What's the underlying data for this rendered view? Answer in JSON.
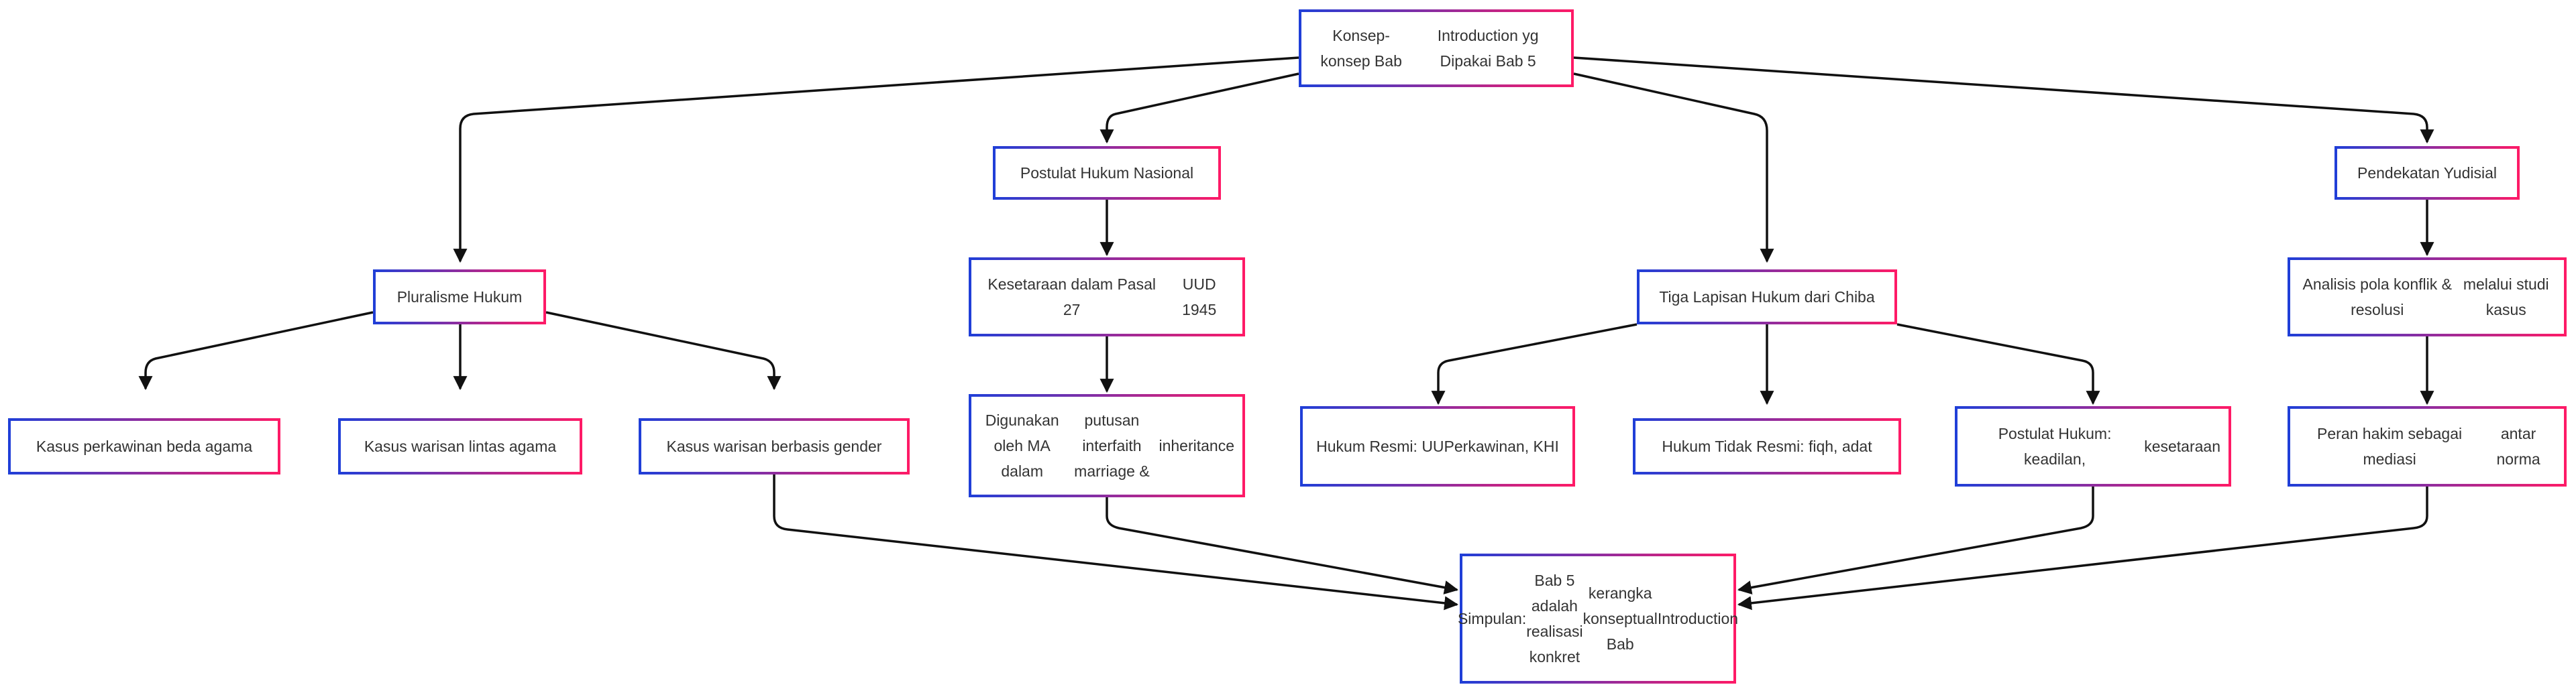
{
  "diagram": {
    "colors": {
      "border_start": "#1f3fd8",
      "border_end": "#ff1a66",
      "edge": "#111111",
      "text": "#333333"
    },
    "nodes": {
      "root": [
        "Konsep-konsep Bab",
        "Introduction yg Dipakai Bab 5"
      ],
      "pluralisme": [
        "Pluralisme Hukum"
      ],
      "postulat_nasional": [
        "Postulat Hukum Nasional"
      ],
      "tiga_lapisan": [
        "Tiga Lapisan Hukum dari Chiba"
      ],
      "yudisial": [
        "Pendekatan Yudisial"
      ],
      "kasus_perkawinan": [
        "Kasus perkawinan beda agama"
      ],
      "kasus_warisan_lintas": [
        "Kasus warisan lintas agama"
      ],
      "kasus_warisan_gender": [
        "Kasus warisan berbasis gender"
      ],
      "kesetaraan": [
        "Kesetaraan dalam Pasal 27",
        "UUD 1945"
      ],
      "digunakan_ma": [
        "Digunakan oleh MA dalam",
        "putusan interfaith marriage &",
        "inheritance"
      ],
      "hukum_resmi": [
        "Hukum Resmi: UU",
        "Perkawinan, KHI"
      ],
      "hukum_tidak_resmi": [
        "Hukum Tidak Resmi: fiqh, adat"
      ],
      "postulat_hukum": [
        "Postulat Hukum: keadilan,",
        "kesetaraan"
      ],
      "analisis": [
        "Analisis pola konflik & resolusi",
        "melalui studi kasus"
      ],
      "peran_hakim": [
        "Peran hakim sebagai mediasi",
        "antar norma"
      ],
      "simpulan": [
        "Simpulan:",
        "Bab 5 adalah realisasi konkret",
        "kerangka konseptual Bab",
        "Introduction"
      ]
    }
  }
}
